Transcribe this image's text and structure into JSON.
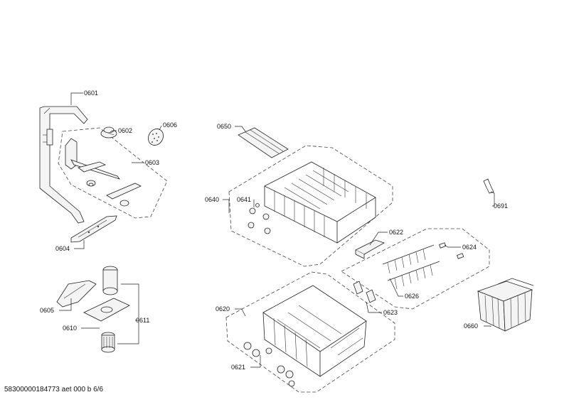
{
  "part_labels": {
    "p0601": "0601",
    "p0602": "0602",
    "p0603": "0603",
    "p0604": "0604",
    "p0605": "0605",
    "p0606": "0606",
    "p0610": "0610",
    "p0611": "0611",
    "p0620": "0620",
    "p0621": "0621",
    "p0622": "0622",
    "p0623": "0623",
    "p0624": "0624",
    "p0626": "0626",
    "p0640": "0640",
    "p0641": "0641",
    "p0650": "0650",
    "p0660": "0660",
    "p0691": "0691"
  },
  "footer": {
    "doc_id": "58300000184773 aet 000 b 6/6"
  }
}
